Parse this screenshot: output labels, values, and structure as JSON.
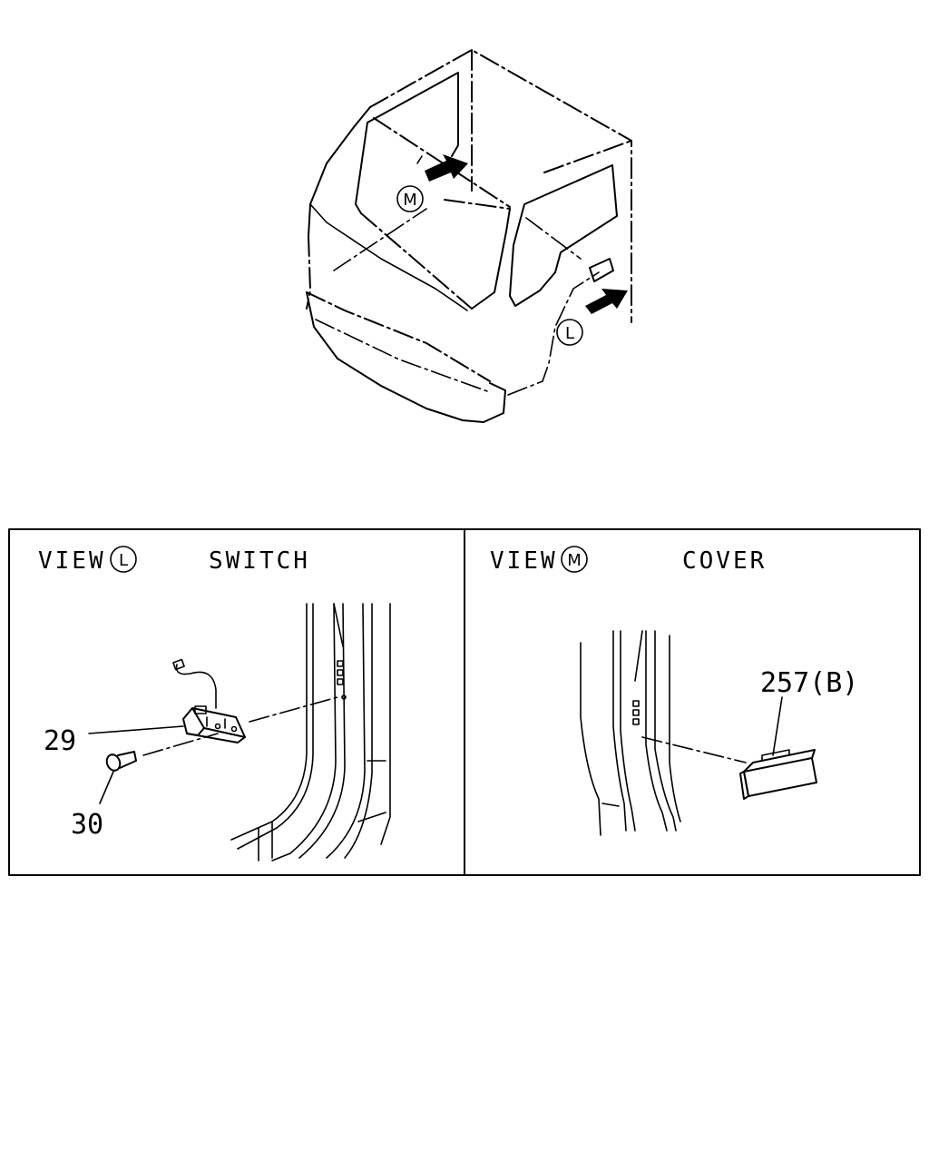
{
  "overview": {
    "marker_m": "M",
    "marker_l": "L"
  },
  "panels": [
    {
      "view_prefix": "VIEW",
      "view_marker": "L",
      "title": "SWITCH",
      "callouts": [
        "29",
        "30"
      ]
    },
    {
      "view_prefix": "VIEW",
      "view_marker": "M",
      "title": "COVER",
      "callouts": [
        "257(B)"
      ]
    }
  ]
}
